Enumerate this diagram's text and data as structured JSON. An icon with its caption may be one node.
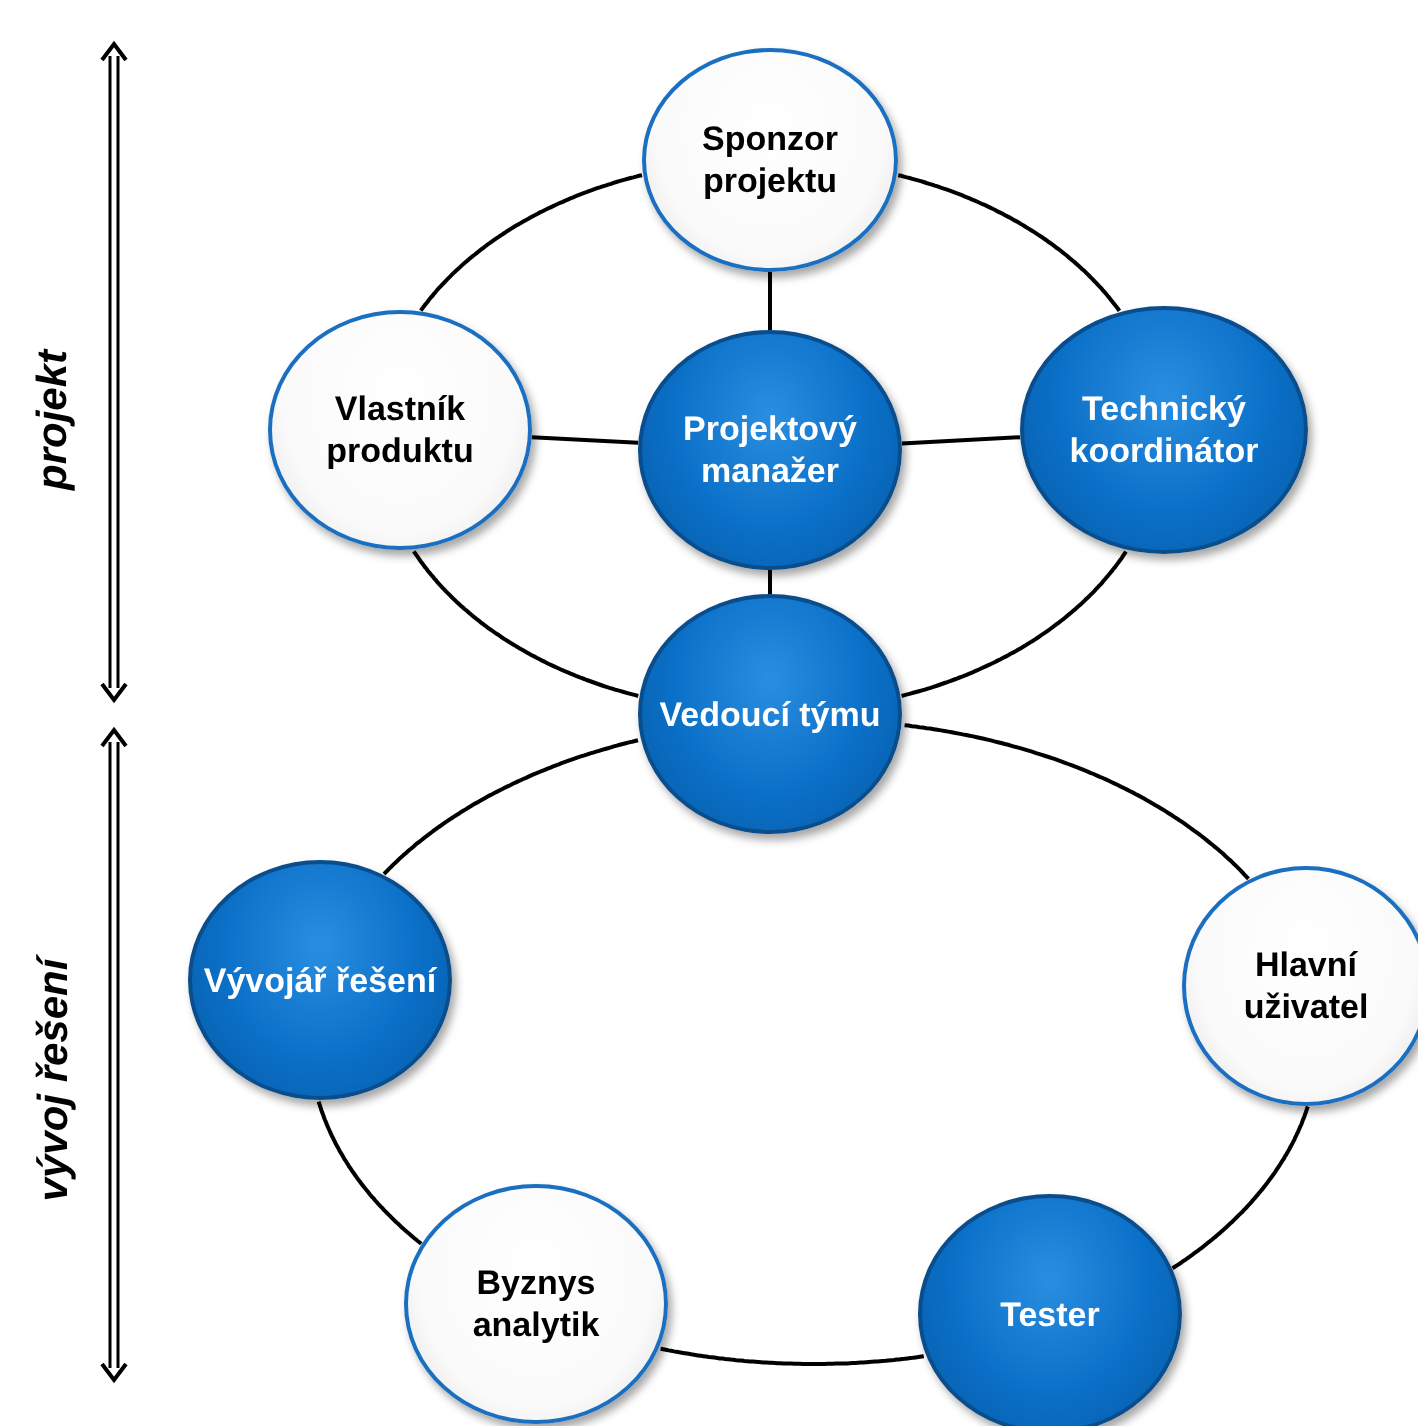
{
  "diagram": {
    "nodes": [
      {
        "text": [
          "Sponzor projektu"
        ]
      },
      {
        "text": [
          "Vlastník produktu"
        ]
      },
      {
        "text": [
          "Projektový manažer"
        ]
      },
      {
        "text": [
          "Technický koordinátor"
        ]
      },
      {
        "text": [
          "Vedoucí týmu"
        ]
      },
      {
        "text": [
          "Vývojář řešení"
        ]
      },
      {
        "text": [
          "Hlavní uživatel"
        ]
      },
      {
        "text": [
          "Byznys analytik"
        ]
      },
      {
        "text": [
          "Tester"
        ]
      }
    ],
    "edges": [
      {
        "from": 2,
        "to": 0,
        "arrow": "none"
      },
      {
        "from": 2,
        "to": 1,
        "arrow": "none"
      },
      {
        "from": 2,
        "to": 3,
        "arrow": "none"
      },
      {
        "from": 2,
        "to": 4,
        "arrow": "none"
      },
      {
        "from": 0,
        "to": 3,
        "arrow": "none"
      },
      {
        "from": 3,
        "to": 4,
        "arrow": "none"
      },
      {
        "from": 4,
        "to": 1,
        "arrow": "none"
      },
      {
        "from": 1,
        "to": 0,
        "arrow": "none"
      },
      {
        "from": 4,
        "to": 6,
        "arrow": "none"
      },
      {
        "from": 6,
        "to": 8,
        "arrow": "none"
      },
      {
        "from": 8,
        "to": 7,
        "arrow": "none"
      },
      {
        "from": 7,
        "to": 5,
        "arrow": "none"
      },
      {
        "from": 5,
        "to": 4,
        "arrow": "none"
      }
    ],
    "labels": [
      "projekt",
      "vývoj řešení"
    ]
  }
}
